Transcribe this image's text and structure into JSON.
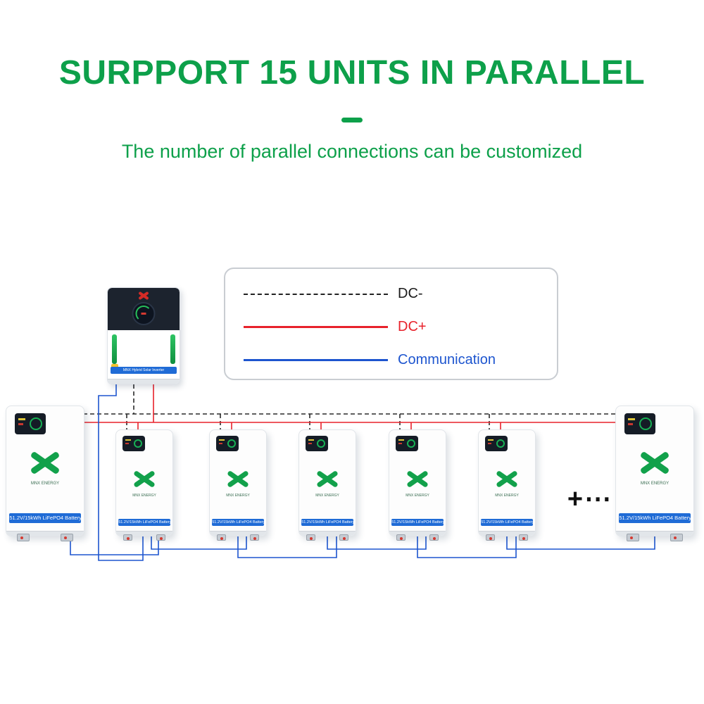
{
  "title": "SURPPORT 15 UNITS IN PARALLEL",
  "subtitle": "The number of parallel connections can be customized",
  "colors": {
    "green": "#0DA04A",
    "red": "#E8222B",
    "blue": "#1D55CF",
    "dark": "#222222",
    "band_blue": "#1F6BD6"
  },
  "legend": {
    "items": [
      {
        "label": "DC-",
        "color": "#222222",
        "style": "dashed"
      },
      {
        "label": "DC+",
        "color": "#E8222B",
        "style": "solid"
      },
      {
        "label": "Communication",
        "color": "#1D55CF",
        "style": "solid"
      }
    ]
  },
  "inverter": {
    "label": "MNX Hybrid Solar Inverter"
  },
  "battery": {
    "label": "51.2V/15kWh LiFePO4 Battery",
    "brand": "MNX ENERGY",
    "units_shown": 7
  },
  "more_units": "+⋯"
}
